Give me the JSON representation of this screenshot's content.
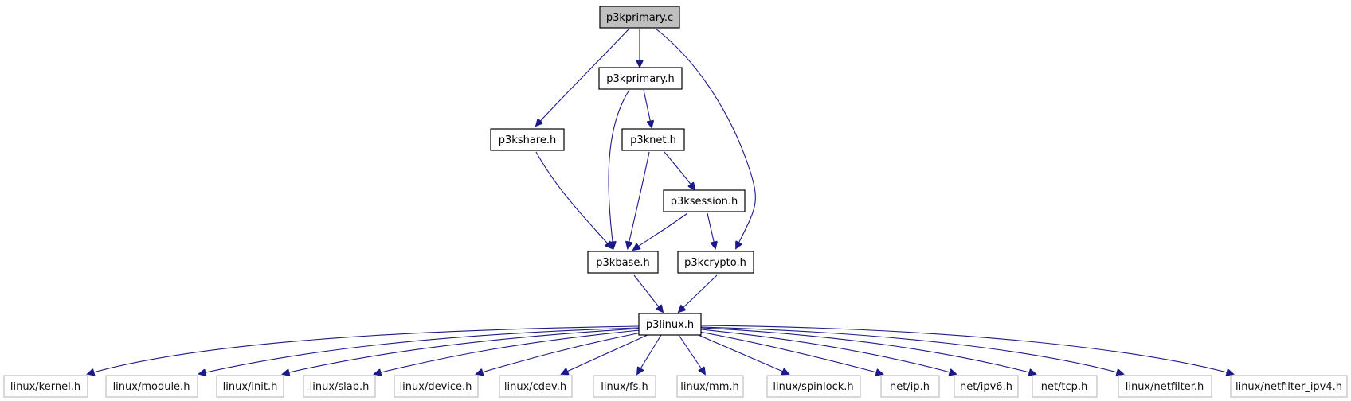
{
  "colors": {
    "edge": "#1a1a8a",
    "root_fill": "#bfbfbf",
    "node_border": "#000000",
    "external_border": "#bfbfbf"
  },
  "nodes": {
    "p3kprimary_c": "p3kprimary.c",
    "p3kprimary_h": "p3kprimary.h",
    "p3kshare_h": "p3kshare.h",
    "p3knet_h": "p3knet.h",
    "p3ksession_h": "p3ksession.h",
    "p3kbase_h": "p3kbase.h",
    "p3kcrypto_h": "p3kcrypto.h",
    "p3linux_h": "p3linux.h",
    "linux_kernel_h": "linux/kernel.h",
    "linux_module_h": "linux/module.h",
    "linux_init_h": "linux/init.h",
    "linux_slab_h": "linux/slab.h",
    "linux_device_h": "linux/device.h",
    "linux_cdev_h": "linux/cdev.h",
    "linux_fs_h": "linux/fs.h",
    "linux_mm_h": "linux/mm.h",
    "linux_spinlock_h": "linux/spinlock.h",
    "net_ip_h": "net/ip.h",
    "net_ipv6_h": "net/ipv6.h",
    "net_tcp_h": "net/tcp.h",
    "linux_netfilter_h": "linux/netfilter.h",
    "linux_netfilter_ipv4_h": "linux/netfilter_ipv4.h"
  }
}
